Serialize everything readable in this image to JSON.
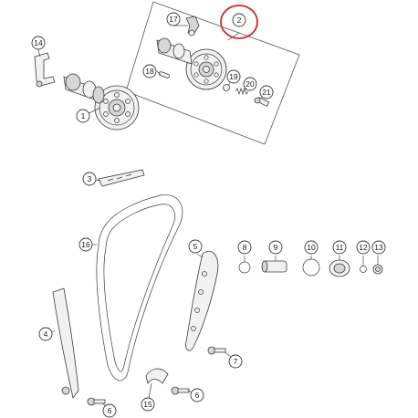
{
  "diagram": {
    "callouts": {
      "c1": "1",
      "c2": "2",
      "c3": "3",
      "c4": "4",
      "c5": "5",
      "c6a": "6",
      "c6b": "6",
      "c7": "7",
      "c8": "8",
      "c9": "9",
      "c10": "10",
      "c11": "11",
      "c12": "12",
      "c13": "13",
      "c14": "14",
      "c15": "15",
      "c16": "16",
      "c17": "17",
      "c18": "18",
      "c19": "19",
      "c20": "20",
      "c21": "21"
    },
    "highlight_color": "#d0262b",
    "line_color": "#3c3c3c"
  }
}
